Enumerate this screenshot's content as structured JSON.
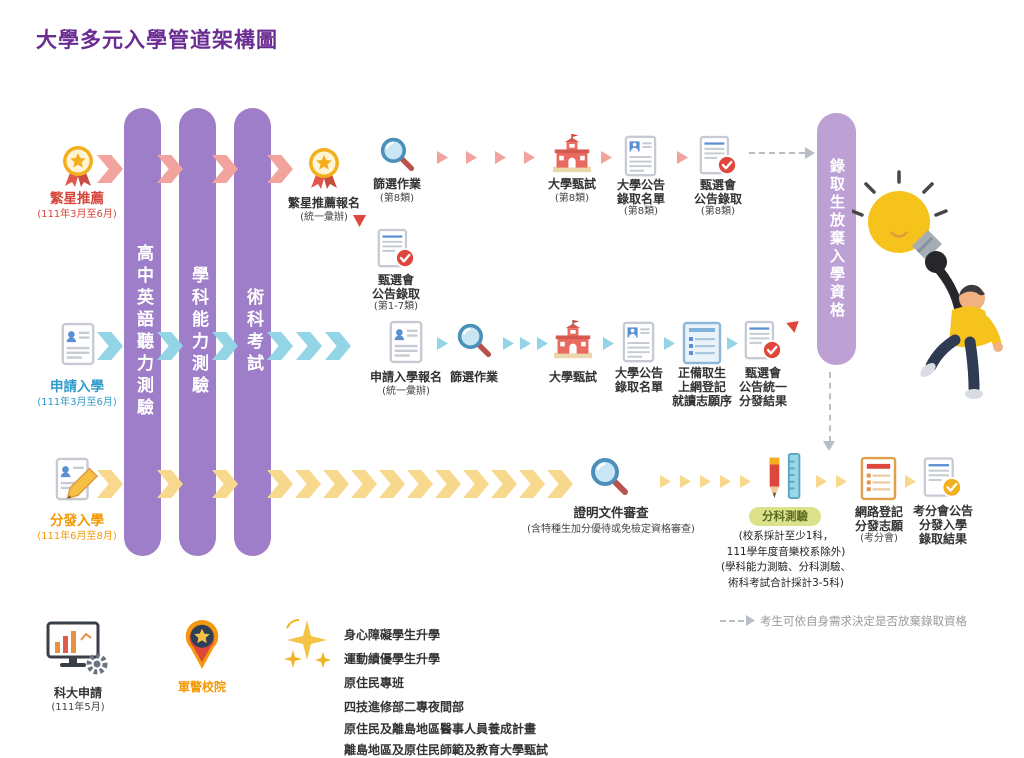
{
  "title": "大學多元入學管道架構圖",
  "colors": {
    "title_purple": "#6A2C91",
    "pillar_purple": "#9E7EC9",
    "pillar_light_purple": "#BDA0D4",
    "star_pink": "#F2A39E",
    "apply_blue": "#93D4E6",
    "dist_yellow": "#F8D88D",
    "star_text_red": "#D6453A",
    "apply_text_blue": "#2E9BC8",
    "dist_text_orange": "#F39800",
    "badge_green": "#DCE18C"
  },
  "icons": {
    "medal": "medal-with-star-and-ribbons",
    "magnifier": "search-magnifying-glass",
    "school": "school-building-with-flag",
    "doc_person": "document-with-avatar",
    "doc_pencil": "document-with-pencil",
    "doc_list": "announcement-list-document",
    "doc_check": "document-with-check-seal",
    "doc_form": "online-registration-checklist",
    "pencil_ruler": "pencil-and-ruler",
    "doc_register": "registration-document",
    "computer": "monitor-with-chart-and-gear",
    "military": "military-star-badge",
    "sparkle": "golden-sparkles",
    "illustration": "person-holding-lightbulb"
  },
  "pillars": [
    {
      "label": "高中英語聽力測驗"
    },
    {
      "label": "學科能力測驗"
    },
    {
      "label": "術科考試"
    }
  ],
  "right_pillar": {
    "label": "錄取生放棄入學資格"
  },
  "star_row": {
    "source_label": "繁星推薦",
    "source_date": "(111年3月至6月)",
    "steps": [
      {
        "label": "繁星推薦報名",
        "sub": "(統一彙辦)"
      },
      {
        "label": "篩選作業",
        "sub": "(第8類)"
      },
      {
        "label": "大學甄試",
        "sub": "(第8類)"
      },
      {
        "label": "大學公告\n錄取名單",
        "sub": "(第8類)"
      },
      {
        "label": "甄選會\n公告錄取",
        "sub": "(第8類)"
      }
    ],
    "branch": {
      "label": "甄選會\n公告錄取",
      "sub": "(第1-7類)"
    }
  },
  "apply_row": {
    "source_label": "申請入學",
    "source_date": "(111年3月至6月)",
    "steps": [
      {
        "label": "申請入學報名",
        "sub": "(統一彙辦)"
      },
      {
        "label": "篩選作業"
      },
      {
        "label": "大學甄試"
      },
      {
        "label": "大學公告\n錄取名單"
      },
      {
        "label": "正備取生\n上網登記\n就讀志願序"
      },
      {
        "label": "甄選會\n公告統一\n分發結果"
      }
    ]
  },
  "dist_row": {
    "source_label": "分發入學",
    "source_date": "(111年6月至8月)",
    "steps": [
      {
        "label": "證明文件審查",
        "sub": "(含特種生加分優待或免檢定資格審查)"
      },
      {
        "badge": "分科測驗",
        "notes": "(校系採計至少1科，\n111學年度音樂校系除外)\n(學科能力測驗、分科測驗、\n術科考試合計採計3-5科)"
      },
      {
        "label": "網路登記\n分發志願",
        "sub": "(考分會)"
      },
      {
        "label": "考分會公告\n分發入學\n錄取結果"
      }
    ]
  },
  "bottom": {
    "tech_label": "科大申請",
    "tech_date": "(111年5月)",
    "military_label": "軍警校院",
    "other_items": [
      "身心障礙學生升學",
      "運動績優學生升學",
      "原住民專班",
      "四技進修部二專夜間部",
      "原住民及離島地區醫事人員養成計畫",
      "離島地區及原住民師範及教育大學甄試"
    ],
    "legend": "考生可依自身需求決定是否放棄錄取資格"
  }
}
